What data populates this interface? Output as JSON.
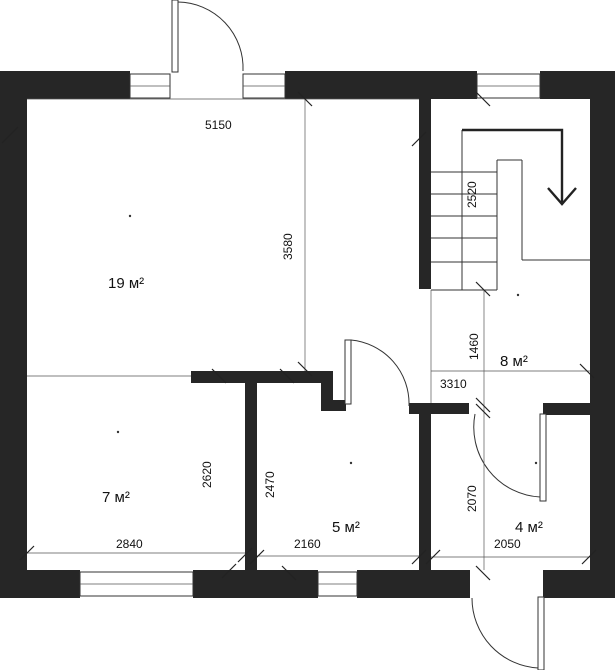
{
  "rooms": [
    {
      "id": "living",
      "area": "19 м²"
    },
    {
      "id": "hall",
      "area": "8 м²"
    },
    {
      "id": "bedroom",
      "area": "7 м²"
    },
    {
      "id": "bath",
      "area": "5 м²"
    },
    {
      "id": "vestibule",
      "area": "4 м²"
    }
  ],
  "dimensions": {
    "living_width": "5150",
    "living_depth": "3580",
    "stair_run": "2520",
    "hall_depth": "1460",
    "hall_width": "3310",
    "bedroom_depth": "2620",
    "bedroom_width": "2840",
    "bath_depth": "2470",
    "bath_width": "2160",
    "vestibule_depth": "2070",
    "vestibule_width": "2050"
  },
  "colors": {
    "wall": "#262626",
    "line": "#333333",
    "background": "#ffffff"
  }
}
